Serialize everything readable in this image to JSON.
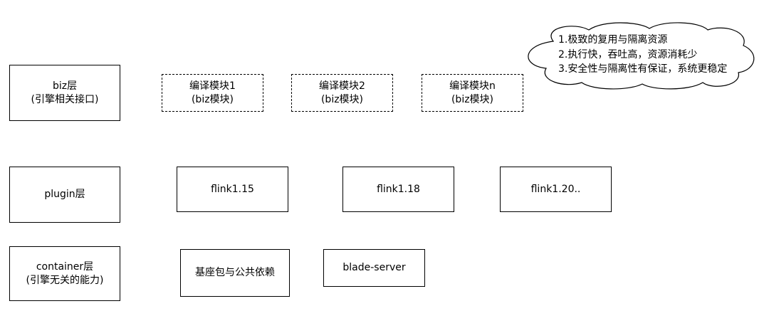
{
  "layers": {
    "biz": {
      "line1": "biz层",
      "line2": "(引擎相关接口)"
    },
    "plugin": {
      "line1": "plugin层"
    },
    "container": {
      "line1": "container层",
      "line2": "(引擎无关的能力)"
    }
  },
  "biz_modules": [
    {
      "line1": "编译模块1",
      "line2": "(biz模块)"
    },
    {
      "line1": "编译模块2",
      "line2": "(biz模块)"
    },
    {
      "line1": "编译模块n",
      "line2": "(biz模块)"
    }
  ],
  "plugins": [
    "flink1.15",
    "flink1.18",
    "flink1.20.."
  ],
  "containers": [
    "基座包与公共依赖",
    "blade-server"
  ],
  "cloud_notes": [
    "1.极致的复用与隔离资源",
    "2.执行快，吞吐高，资源消耗少",
    "3.安全性与隔离性有保证，系统更稳定"
  ]
}
